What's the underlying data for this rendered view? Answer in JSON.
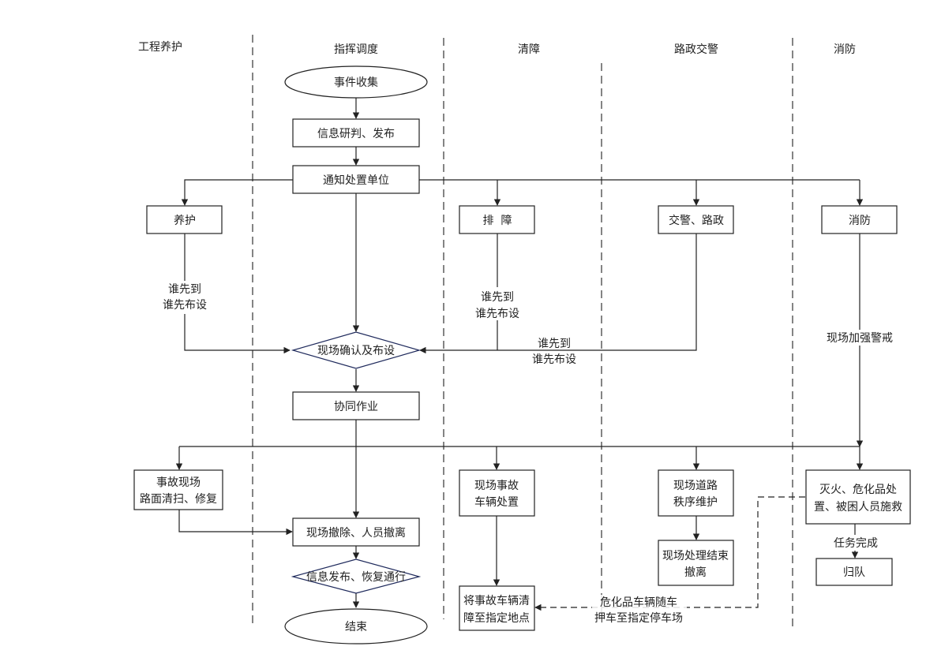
{
  "lanes": [
    "工程养护",
    "指挥调度",
    "清障",
    "路政交警",
    "消防"
  ],
  "nodes": {
    "event_collect": "事件收集",
    "info_judge": "信息研判、发布",
    "notify_units": "通知处置单位",
    "maintenance": "养护",
    "clearance": "排  障",
    "police_road": "交警、路政",
    "fire": "消防",
    "site_confirm": "现场确认及布设",
    "collab_work": "协同作业",
    "maint_site": [
      "事故现场",
      "路面清扫、修复"
    ],
    "clear_vehicle": [
      "现场事故",
      "车辆处置"
    ],
    "road_order": [
      "现场道路",
      "秩序维护"
    ],
    "fire_rescue": [
      "灭火、危化品处",
      "置、被困人员施救"
    ],
    "site_clear": "现场撤除、人员撤离",
    "info_restore": "信息发布、恢复通行",
    "end": "结束",
    "tow_vehicle": [
      "将事故车辆清",
      "障至指定地点"
    ],
    "police_done": [
      "现场处理结束",
      "撤离"
    ],
    "return": "归队"
  },
  "edge_labels": {
    "who_first_maint": [
      "谁先到",
      "谁先布设"
    ],
    "who_first_clear": [
      "谁先到",
      "谁先布设"
    ],
    "who_first_police": [
      "谁先到",
      "谁先布设"
    ],
    "fire_alert": "现场加强警戒",
    "task_done": "任务完成",
    "hazmat_escort": [
      "危化品车辆随车",
      "押车至指定停车场"
    ]
  }
}
